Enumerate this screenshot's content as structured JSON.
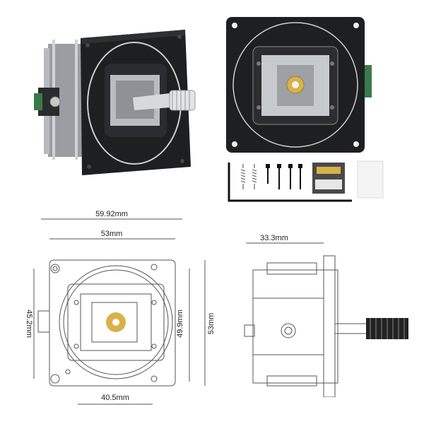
{
  "colors": {
    "body_dark": "#1e1f21",
    "metal": "#c9ccd0",
    "line": "#555555",
    "gear": "#d8b24a"
  },
  "drawing_front": {
    "width_outer": "59.92mm",
    "width_inner": "53mm",
    "height_left": "45.2mm",
    "height_right_inner": "49.9mm",
    "height_right_outer": "53mm",
    "width_bottom": "40.5mm"
  },
  "drawing_side": {
    "depth": "33.3mm"
  }
}
